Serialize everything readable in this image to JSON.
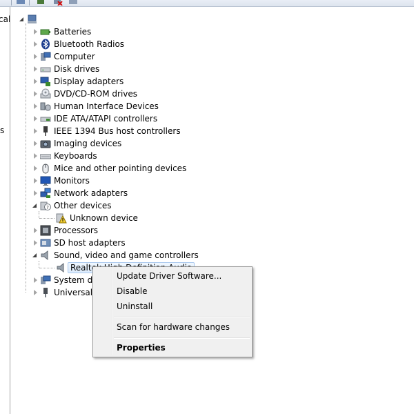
{
  "left_pane": {
    "fragments": [
      "cal",
      "s"
    ]
  },
  "tree": {
    "root_icon": "computer-root-icon",
    "items": [
      {
        "label": "Batteries",
        "icon": "battery-icon",
        "state": "collapsed"
      },
      {
        "label": "Bluetooth Radios",
        "icon": "bluetooth-icon",
        "state": "collapsed"
      },
      {
        "label": "Computer",
        "icon": "computer-icon",
        "state": "collapsed"
      },
      {
        "label": "Disk drives",
        "icon": "disk-drive-icon",
        "state": "collapsed"
      },
      {
        "label": "Display adapters",
        "icon": "display-adapter-icon",
        "state": "collapsed"
      },
      {
        "label": "DVD/CD-ROM drives",
        "icon": "dvd-drive-icon",
        "state": "collapsed"
      },
      {
        "label": "Human Interface Devices",
        "icon": "hid-icon",
        "state": "collapsed"
      },
      {
        "label": "IDE ATA/ATAPI controllers",
        "icon": "ide-controller-icon",
        "state": "collapsed"
      },
      {
        "label": "IEEE 1394 Bus host controllers",
        "icon": "ieee1394-icon",
        "state": "collapsed"
      },
      {
        "label": "Imaging devices",
        "icon": "camera-icon",
        "state": "collapsed"
      },
      {
        "label": "Keyboards",
        "icon": "keyboard-icon",
        "state": "collapsed"
      },
      {
        "label": "Mice and other pointing devices",
        "icon": "mouse-icon",
        "state": "collapsed"
      },
      {
        "label": "Monitors",
        "icon": "monitor-icon",
        "state": "collapsed"
      },
      {
        "label": "Network adapters",
        "icon": "network-adapter-icon",
        "state": "collapsed"
      },
      {
        "label": "Other devices",
        "icon": "other-devices-icon",
        "state": "expanded"
      },
      {
        "label": "Unknown device",
        "icon": "unknown-device-warning-icon",
        "state": "child"
      },
      {
        "label": "Processors",
        "icon": "processor-icon",
        "state": "collapsed"
      },
      {
        "label": "SD host adapters",
        "icon": "sd-adapter-icon",
        "state": "collapsed"
      },
      {
        "label": "Sound, video and game controllers",
        "icon": "speaker-icon",
        "state": "expanded"
      },
      {
        "label": "Realtek High Definition Audio",
        "icon": "speaker-icon",
        "state": "child-selected"
      },
      {
        "label": "System devices",
        "icon": "system-devices-icon",
        "state": "collapsed"
      },
      {
        "label": "Universal Serial Bus controllers",
        "icon": "usb-icon",
        "state": "collapsed"
      }
    ]
  },
  "context_menu": {
    "update_driver": "Update Driver Software...",
    "disable": "Disable",
    "uninstall": "Uninstall",
    "scan": "Scan for hardware changes",
    "properties": "Properties"
  },
  "colors": {
    "selection_border": "#a9c8ee",
    "menu_background": "#f0f0f0",
    "warning_yellow": "#f5d235"
  }
}
